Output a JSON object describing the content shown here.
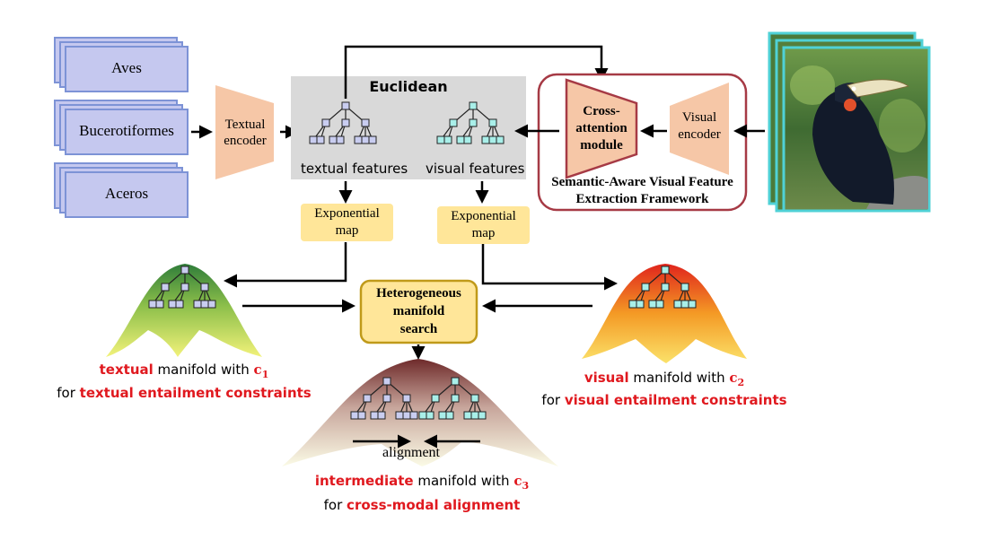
{
  "taxonomy": [
    "Aves",
    "Bucerotiformes",
    "Aceros"
  ],
  "textual_encoder": "Textual\nencoder",
  "visual_encoder": "Visual\nencoder",
  "euclidean_title": "Euclidean",
  "textual_features_label": "textual features",
  "visual_features_label": "visual features",
  "cross_attention": "Cross-\nattention\nmodule",
  "framework_label": "Semantic-Aware Visual Feature\nExtraction Framework",
  "exp_map": "Exponential\nmap",
  "search_label": "Heterogeneous\nmanifold\nsearch",
  "alignment_label": "alignment",
  "textual_caption": {
    "line1_red": "textual",
    "line1_rest": " manifold with ",
    "c": "c",
    "sub": "1",
    "line2_prefix": "for ",
    "line2_red": "textual entailment constraints"
  },
  "visual_caption": {
    "line1_red": "visual",
    "line1_rest": " manifold with ",
    "c": "c",
    "sub": "2",
    "line2_prefix": "for ",
    "line2_red": "visual entailment constraints"
  },
  "intermediate_caption": {
    "line1_red": "intermediate",
    "line1_rest": " manifold with ",
    "c": "c",
    "sub": "3",
    "line2_prefix": "for ",
    "line2_red": "cross-modal alignment"
  },
  "colors": {
    "tax_fill": "#c5c8ef",
    "tax_stroke": "#7d93d6",
    "encoder_fill": "#f6c7a7",
    "euclid_bg": "#d9d9d9",
    "framework_border": "#a63a45",
    "exp_fill": "#ffe699",
    "search_fill": "#ffe699",
    "search_stroke": "#c09a1a",
    "text_node": "#c9cdf0",
    "visual_node": "#a9efe9",
    "accent_red": "#e0191f",
    "photo_border": "#4fd1d6"
  }
}
